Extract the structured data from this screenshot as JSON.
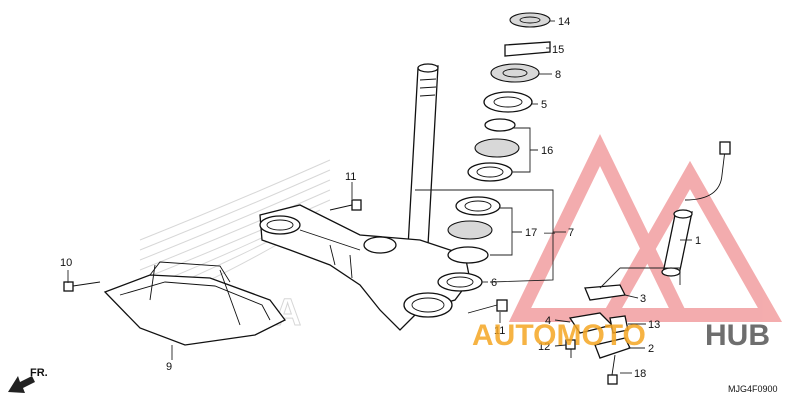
{
  "diagram": {
    "code": "MJG4F0900",
    "fr_label": "FR.",
    "callouts": [
      {
        "id": "c1",
        "label": "1"
      },
      {
        "id": "c2",
        "label": "2"
      },
      {
        "id": "c3",
        "label": "3"
      },
      {
        "id": "c4",
        "label": "4"
      },
      {
        "id": "c5",
        "label": "5"
      },
      {
        "id": "c6",
        "label": "6"
      },
      {
        "id": "c7",
        "label": "7"
      },
      {
        "id": "c8",
        "label": "8"
      },
      {
        "id": "c9",
        "label": "9"
      },
      {
        "id": "c10",
        "label": "10"
      },
      {
        "id": "c11a",
        "label": "11"
      },
      {
        "id": "c11b",
        "label": "11"
      },
      {
        "id": "c12",
        "label": "12"
      },
      {
        "id": "c13",
        "label": "13"
      },
      {
        "id": "c14",
        "label": "14"
      },
      {
        "id": "c15",
        "label": "15"
      },
      {
        "id": "c16",
        "label": "16"
      },
      {
        "id": "c17",
        "label": "17"
      },
      {
        "id": "c18",
        "label": "18"
      }
    ]
  },
  "watermark": {
    "part1": "AUTOMOTO",
    "part2": "HUB",
    "color_red": "#e8262b",
    "color_orange": "#f5a623",
    "color_dark": "#555555"
  },
  "background_logo": {
    "text": "HONDA"
  }
}
